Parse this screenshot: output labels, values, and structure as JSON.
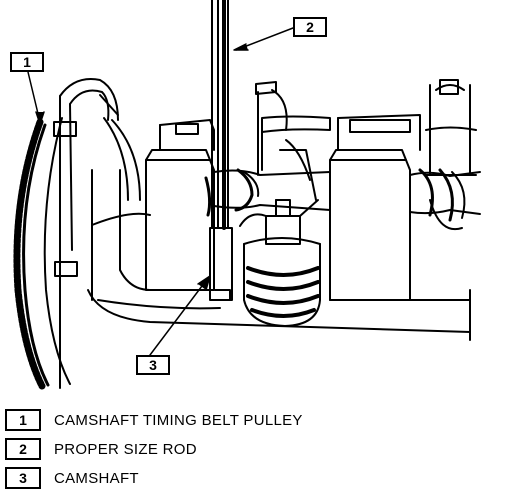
{
  "callouts": [
    {
      "number": "1"
    },
    {
      "number": "2"
    },
    {
      "number": "3"
    }
  ],
  "legend": [
    {
      "number": "1",
      "label": "CAMSHAFT TIMING BELT PULLEY"
    },
    {
      "number": "2",
      "label": "PROPER SIZE ROD"
    },
    {
      "number": "3",
      "label": "CAMSHAFT"
    }
  ]
}
